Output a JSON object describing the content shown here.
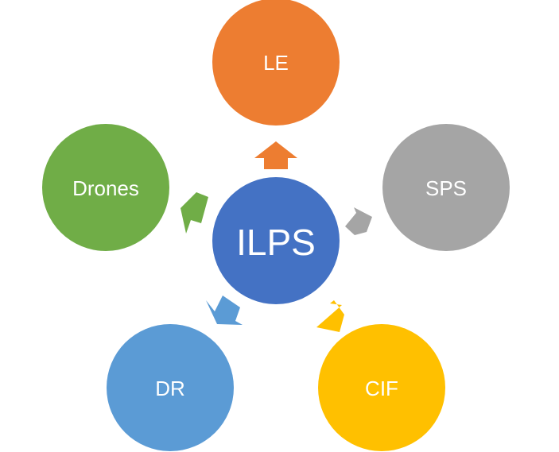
{
  "diagram": {
    "center": {
      "label": "ILPS",
      "color": "#4472C4"
    },
    "nodes": [
      {
        "id": "le",
        "label": "LE",
        "color": "#ED7D31"
      },
      {
        "id": "sps",
        "label": "SPS",
        "color": "#A5A5A5"
      },
      {
        "id": "cif",
        "label": "CIF",
        "color": "#FFC000"
      },
      {
        "id": "dr",
        "label": "DR",
        "color": "#5B9BD5"
      },
      {
        "id": "drones",
        "label": "Drones",
        "color": "#70AD47"
      }
    ]
  }
}
